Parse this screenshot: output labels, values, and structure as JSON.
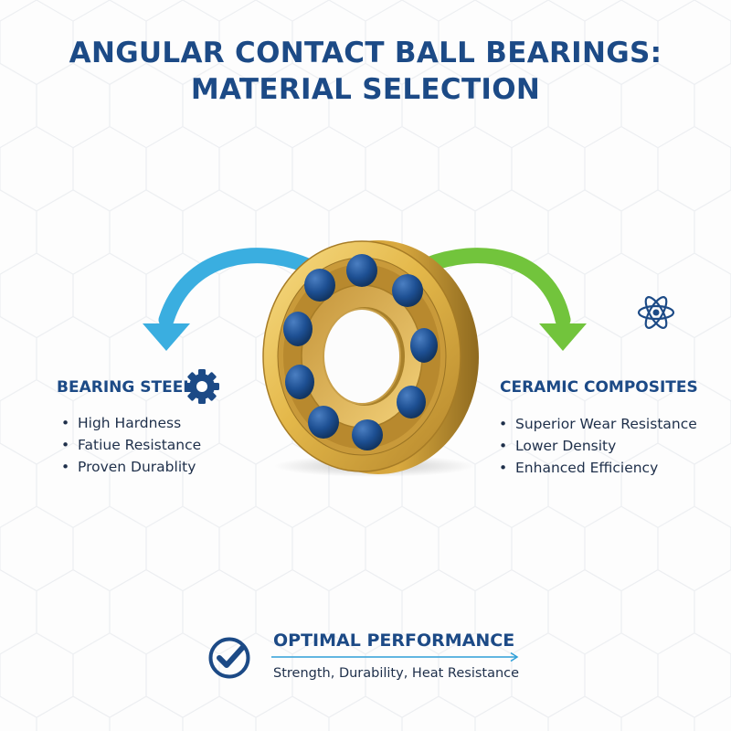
{
  "title": {
    "line1": "ANGULAR CONTACT BALL BEARINGS:",
    "line2": "MATERIAL SELECTION"
  },
  "left": {
    "heading": "BEARING STEEL",
    "icon": "gear-icon",
    "arrow_color": "#3aaee0",
    "features": [
      "High Hardness",
      "Fatiue Resistance",
      "Proven Durablity"
    ]
  },
  "right": {
    "heading": "CERAMIC COMPOSITES",
    "icon": "atom-icon",
    "arrow_color": "#72c43c",
    "features": [
      "Superior Wear Resistance",
      "Lower Density",
      "Enhanced Efficiency"
    ]
  },
  "bearing": {
    "icon": "ball-bearing-icon",
    "ring_color": "#e0b443",
    "ball_color": "#1d4f92",
    "ball_count": 9
  },
  "footer": {
    "icon": "checkmark-icon",
    "heading": "OPTIMAL PERFORMANCE",
    "subtitle": "Strength, Durability, Heat Resistance"
  },
  "colors": {
    "primary": "#1c4a86",
    "text": "#1e2f4a",
    "background": "#fdfdfd"
  }
}
